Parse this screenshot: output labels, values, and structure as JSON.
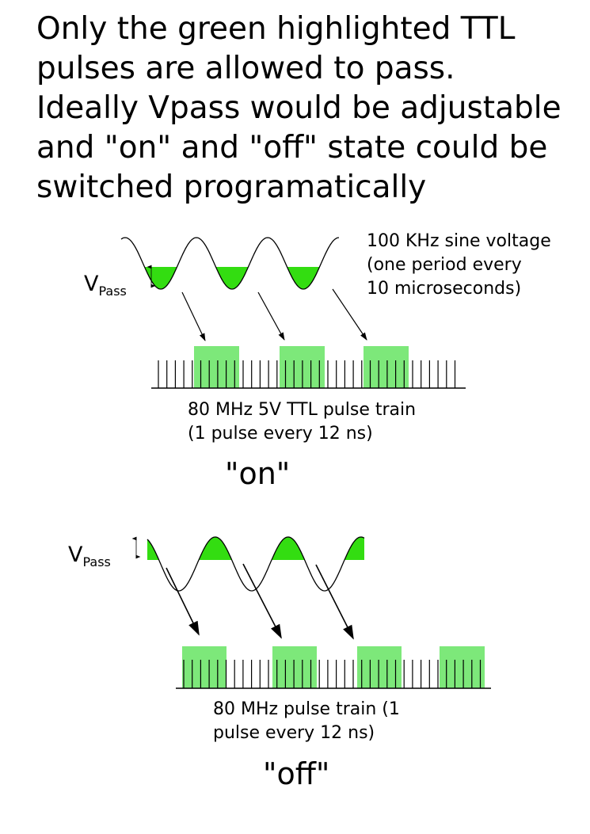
{
  "headline": [
    "Only the green highlighted TTL",
    "pulses are allowed to pass.",
    "Ideally Vpass would be adjustable",
    "and \"on\" and \"off\" state could be",
    "switched programatically"
  ],
  "on": {
    "state_label": "\"on\"",
    "vpass_main": "V",
    "vpass_sub": "Pass",
    "sine_label": [
      "100 KHz sine voltage",
      "(one period every",
      "10 microseconds)"
    ],
    "pulse_label": [
      "80 MHz 5V TTL pulse train",
      "(1 pulse every 12 ns)"
    ]
  },
  "off": {
    "state_label": "\"off\"",
    "vpass_main": "V",
    "vpass_sub": "Pass",
    "pulse_label": [
      "80 MHz pulse train (1",
      "pulse every 12 ns)"
    ]
  },
  "colors": {
    "sine_fill": "#33dd11",
    "gate_fill": "#7de87a",
    "line": "#000000"
  }
}
